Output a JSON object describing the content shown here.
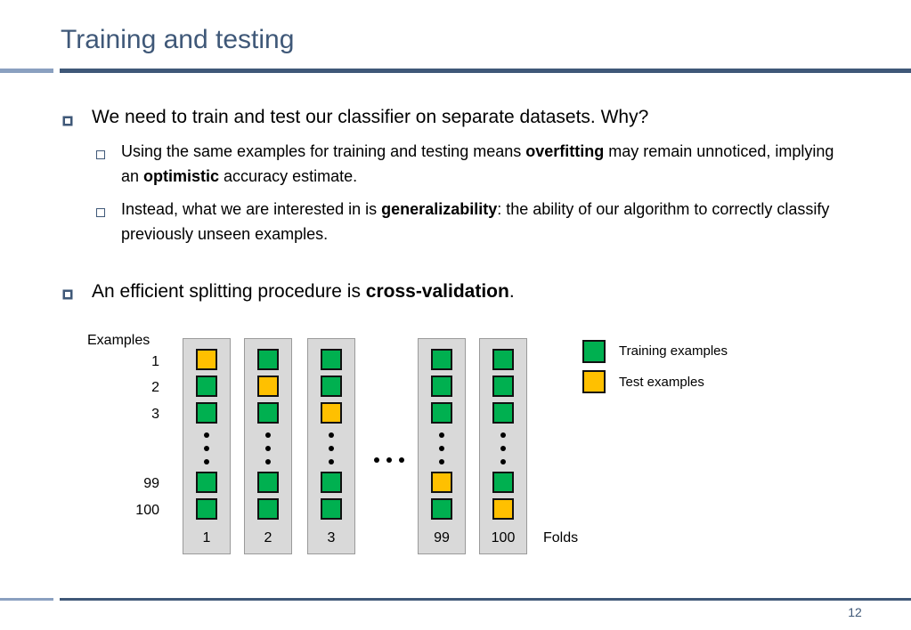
{
  "title": "Training and testing",
  "bullets": {
    "b1": "We need to train and test our classifier on separate datasets. Why?",
    "sub1": {
      "pre": "Using the same examples for training and testing means ",
      "bold1": "overfitting",
      "mid": " may remain unnoticed, implying an ",
      "bold2": "optimistic",
      "post": " accuracy estimate."
    },
    "sub2": {
      "pre": "Instead, what we are interested in is ",
      "bold": "generalizability",
      "post": ": the ability of our algorithm to correctly classify previously unseen examples."
    },
    "b2": {
      "pre": "An efficient splitting procedure is ",
      "bold": "cross-validation",
      "post": "."
    }
  },
  "diagram": {
    "examples_label": "Examples",
    "example_numbers": [
      "1",
      "2",
      "3",
      "99",
      "100"
    ],
    "folds_label": "Folds",
    "ellipsis": "...",
    "folds": [
      {
        "label": "1",
        "test_row": 0
      },
      {
        "label": "2",
        "test_row": 1
      },
      {
        "label": "3",
        "test_row": 2
      },
      {
        "label": "99",
        "test_row": 3
      },
      {
        "label": "100",
        "test_row": 4
      }
    ],
    "colors": {
      "train": "#00b050",
      "test": "#ffc000"
    }
  },
  "legend": {
    "train": "Training examples",
    "test": "Test examples"
  },
  "page_number": "12"
}
